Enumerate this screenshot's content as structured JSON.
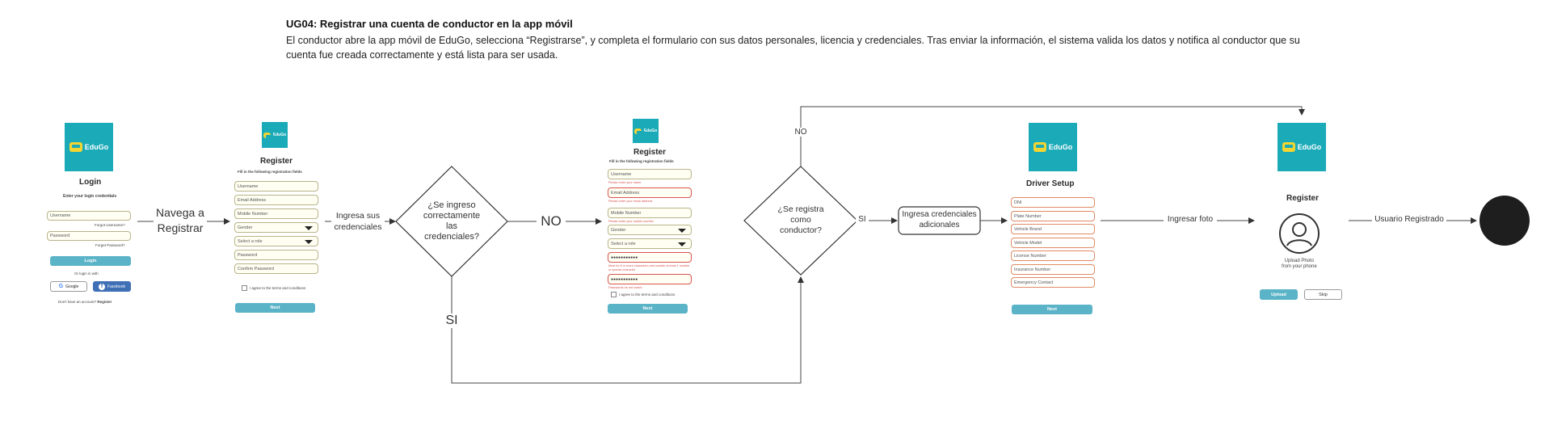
{
  "story": {
    "title": "UG04: Registrar una cuenta de conductor en la app móvil",
    "description": " El conductor abre la app móvil de EduGo, selecciona “Registrarse”, y completa el formulario con sus datos personales, licencia y credenciales. Tras enviar la información, el sistema valida los datos y notifica al conductor que su cuenta fue creada correctamente y está lista para ser usada."
  },
  "brand": "EduGo",
  "login_screen": {
    "title": "Login",
    "subtitle": "Enter your login credentials",
    "username": "Username",
    "forgot_username": "Forgot Username?",
    "password": "Password",
    "forgot_password": "Forget Password?",
    "login_button": "Login",
    "or_login": "Or login in with",
    "google": "Google",
    "facebook": "Facebook",
    "no_account": "Don't have an account?",
    "register_link": "Register"
  },
  "register_screen": {
    "title": "Register",
    "subtitle": "Fill in the following registration fields",
    "fields": [
      "Username",
      "Email Address",
      "Mobile Number",
      "Gender",
      "Select a role",
      "Password",
      "Confirm Password"
    ],
    "terms": "I agree to the terms and conditions",
    "next": "Next"
  },
  "register_error_screen": {
    "title": "Register",
    "subtitle": "Fill in the following registration fields",
    "username": "Username",
    "username_err": "Please enter your name",
    "email": "Email Address",
    "email_err": "Please enter your email address",
    "mobile": "Mobile Number",
    "mobile_err": "Please enter your mobile number",
    "gender": "Gender",
    "role": "Select a role",
    "password_dots": "●●●●●●●●●●●",
    "password_err": "Must be 8 or more characters and contain at least 1 number or special character",
    "confirm_dots": "●●●●●●●●●●●",
    "confirm_err": "Passwords do not match",
    "terms": "I agree to the terms and conditions",
    "next": "Next"
  },
  "driver_setup_screen": {
    "title": "Driver Setup",
    "fields": [
      "DNI",
      "Plate Number",
      "Vehicle Brand",
      "Vehicle Model",
      "License Number",
      "Insurance Number",
      "Emergency Contact"
    ],
    "next": "Next"
  },
  "photo_screen": {
    "title": "Register",
    "upload_text_1": "Upload Photo",
    "upload_text_2": "from your phone",
    "upload_button": "Upload",
    "skip_button": "Skip"
  },
  "flow": {
    "navega": "Navega a Registrar",
    "navega_1": "Navega a",
    "navega_2": "Registrar",
    "ingresa_1": "Ingresa sus",
    "ingresa_2": "credenciales",
    "decision1": [
      "¿Se ingreso",
      "correctamente",
      "las",
      "credenciales?"
    ],
    "no1": "NO",
    "si1": "SI",
    "decision2": [
      "¿Se registra",
      "como",
      "conductor?"
    ],
    "no2": "NO",
    "si2": "SI",
    "adicionales_1": "Ingresa credenciales",
    "adicionales_2": "adicionales",
    "ingresar_foto": "Ingresar foto",
    "usuario_registrado": "Usuario Registrado"
  }
}
